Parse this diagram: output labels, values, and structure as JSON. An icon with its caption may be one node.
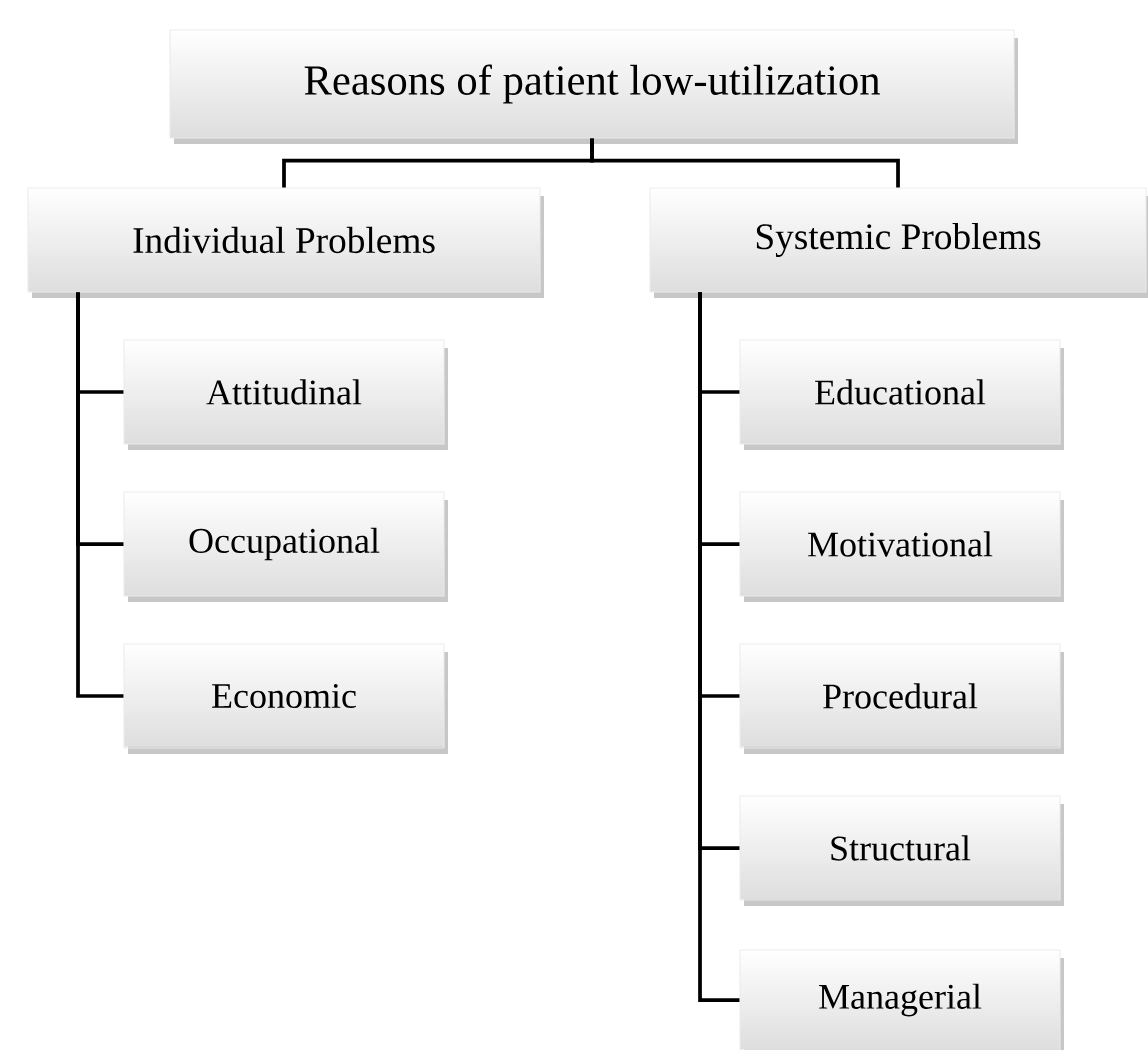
{
  "diagram": {
    "nodes": [
      {
        "text": [
          "Reasons of patient low-utilization"
        ]
      },
      {
        "text": [
          "Individual Problems"
        ]
      },
      {
        "text": [
          "Attitudinal"
        ]
      },
      {
        "text": [
          "Occupational"
        ]
      },
      {
        "text": [
          "Economic"
        ]
      },
      {
        "text": [
          "Systemic Problems"
        ]
      },
      {
        "text": [
          "Educational"
        ]
      },
      {
        "text": [
          "Motivational"
        ]
      },
      {
        "text": [
          "Procedural"
        ]
      },
      {
        "text": [
          "Structural"
        ]
      },
      {
        "text": [
          "Managerial"
        ]
      }
    ],
    "edges": [
      {
        "from": 0,
        "to": 1,
        "arrow": "none"
      },
      {
        "from": 0,
        "to": 5,
        "arrow": "none"
      },
      {
        "from": 1,
        "to": 2,
        "arrow": "none"
      },
      {
        "from": 1,
        "to": 3,
        "arrow": "none"
      },
      {
        "from": 1,
        "to": 4,
        "arrow": "none"
      },
      {
        "from": 5,
        "to": 6,
        "arrow": "none"
      },
      {
        "from": 5,
        "to": 7,
        "arrow": "none"
      },
      {
        "from": 5,
        "to": 8,
        "arrow": "none"
      },
      {
        "from": 5,
        "to": 9,
        "arrow": "none"
      },
      {
        "from": 5,
        "to": 10,
        "arrow": "none"
      }
    ]
  }
}
